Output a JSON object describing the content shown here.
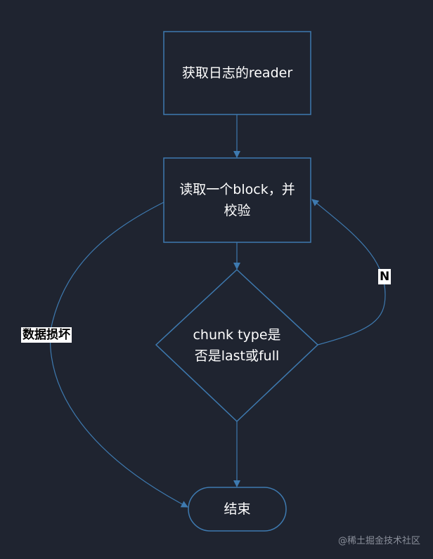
{
  "colors": {
    "background": "#1f2430",
    "stroke": "#3e7ab0",
    "text": "#ffffff"
  },
  "nodes": {
    "get_reader": {
      "line1": "获取日志的reader"
    },
    "read_block": {
      "line1": "读取一个block，并",
      "line2": "校验"
    },
    "chunk_check": {
      "line1": "chunk type是",
      "line2": "否是last或full"
    },
    "end": {
      "line1": "结束"
    }
  },
  "edges": {
    "no_label": "N",
    "corrupt_label": "数据损坏"
  },
  "watermark": "@稀土掘金技术社区"
}
